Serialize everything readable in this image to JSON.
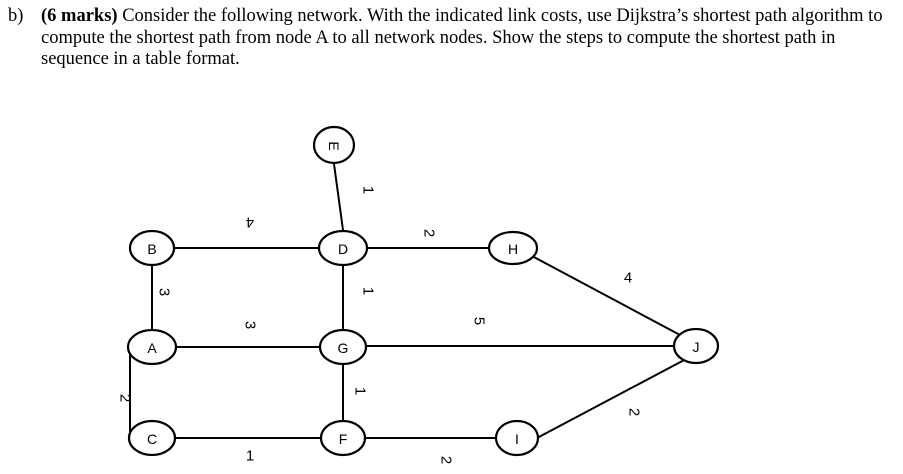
{
  "question": {
    "marker": "b)",
    "marks": "(6 marks)",
    "text": "Consider the following network. With the indicated link costs, use Dijkstra’s shortest path algorithm to compute the shortest path from node A to all network nodes. Show the steps to compute the shortest path in sequence in a table format."
  },
  "diagram": {
    "nodes": [
      "E",
      "B",
      "D",
      "H",
      "A",
      "G",
      "J",
      "C",
      "F",
      "I"
    ],
    "edges": [
      {
        "from": "E",
        "to": "D",
        "cost": "1"
      },
      {
        "from": "B",
        "to": "D",
        "cost": "4"
      },
      {
        "from": "D",
        "to": "H",
        "cost": "2"
      },
      {
        "from": "B",
        "to": "A",
        "cost": "3"
      },
      {
        "from": "D",
        "to": "G",
        "cost": "1"
      },
      {
        "from": "A",
        "to": "G",
        "cost": "3"
      },
      {
        "from": "G",
        "to": "J",
        "cost": "5"
      },
      {
        "from": "H",
        "to": "J",
        "cost": "4"
      },
      {
        "from": "A",
        "to": "C",
        "cost": "2"
      },
      {
        "from": "G",
        "to": "F",
        "cost": "1"
      },
      {
        "from": "C",
        "to": "F",
        "cost": "1"
      },
      {
        "from": "F",
        "to": "I",
        "cost": "2"
      },
      {
        "from": "I",
        "to": "J",
        "cost": "2"
      }
    ]
  }
}
